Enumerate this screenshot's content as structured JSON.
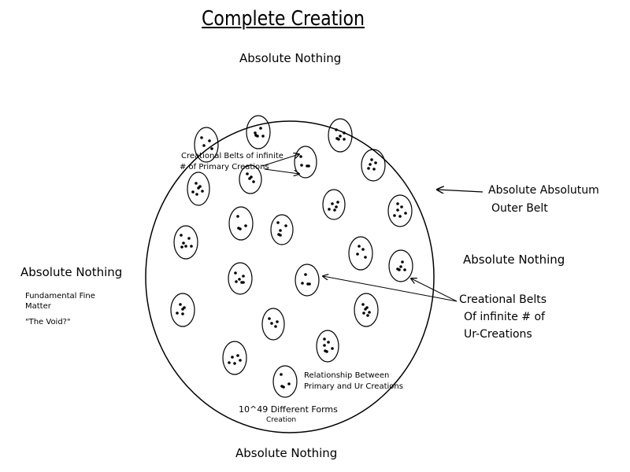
{
  "title": "Complete Creation",
  "labels": {
    "absolute_nothing_top": "Absolute Nothing",
    "absolute_nothing_left": "Absolute Nothing",
    "absolute_nothing_right": "Absolute Nothing",
    "absolute_nothing_bottom": "Absolute Nothing",
    "outer_belt_line1": "Absolute Absolutum",
    "outer_belt_line2": "Outer Belt",
    "fine_matter_line1": "Fundamental Fine",
    "fine_matter_line2": "Matter",
    "void": "\"The Void?\"",
    "primary_belts_line1": "Creational Belts of infinite",
    "primary_belts_line2": "# of Primary Creations",
    "ur_belts_line1": "Creational Belts",
    "ur_belts_line2": "Of infinite # of",
    "ur_belts_line3": "Ur-Creations",
    "relationship_line1": "Relationship Between",
    "relationship_line2": "Primary and Ur Creations",
    "forms_line1": "10^49 Different Forms",
    "forms_line2": "Creation"
  }
}
